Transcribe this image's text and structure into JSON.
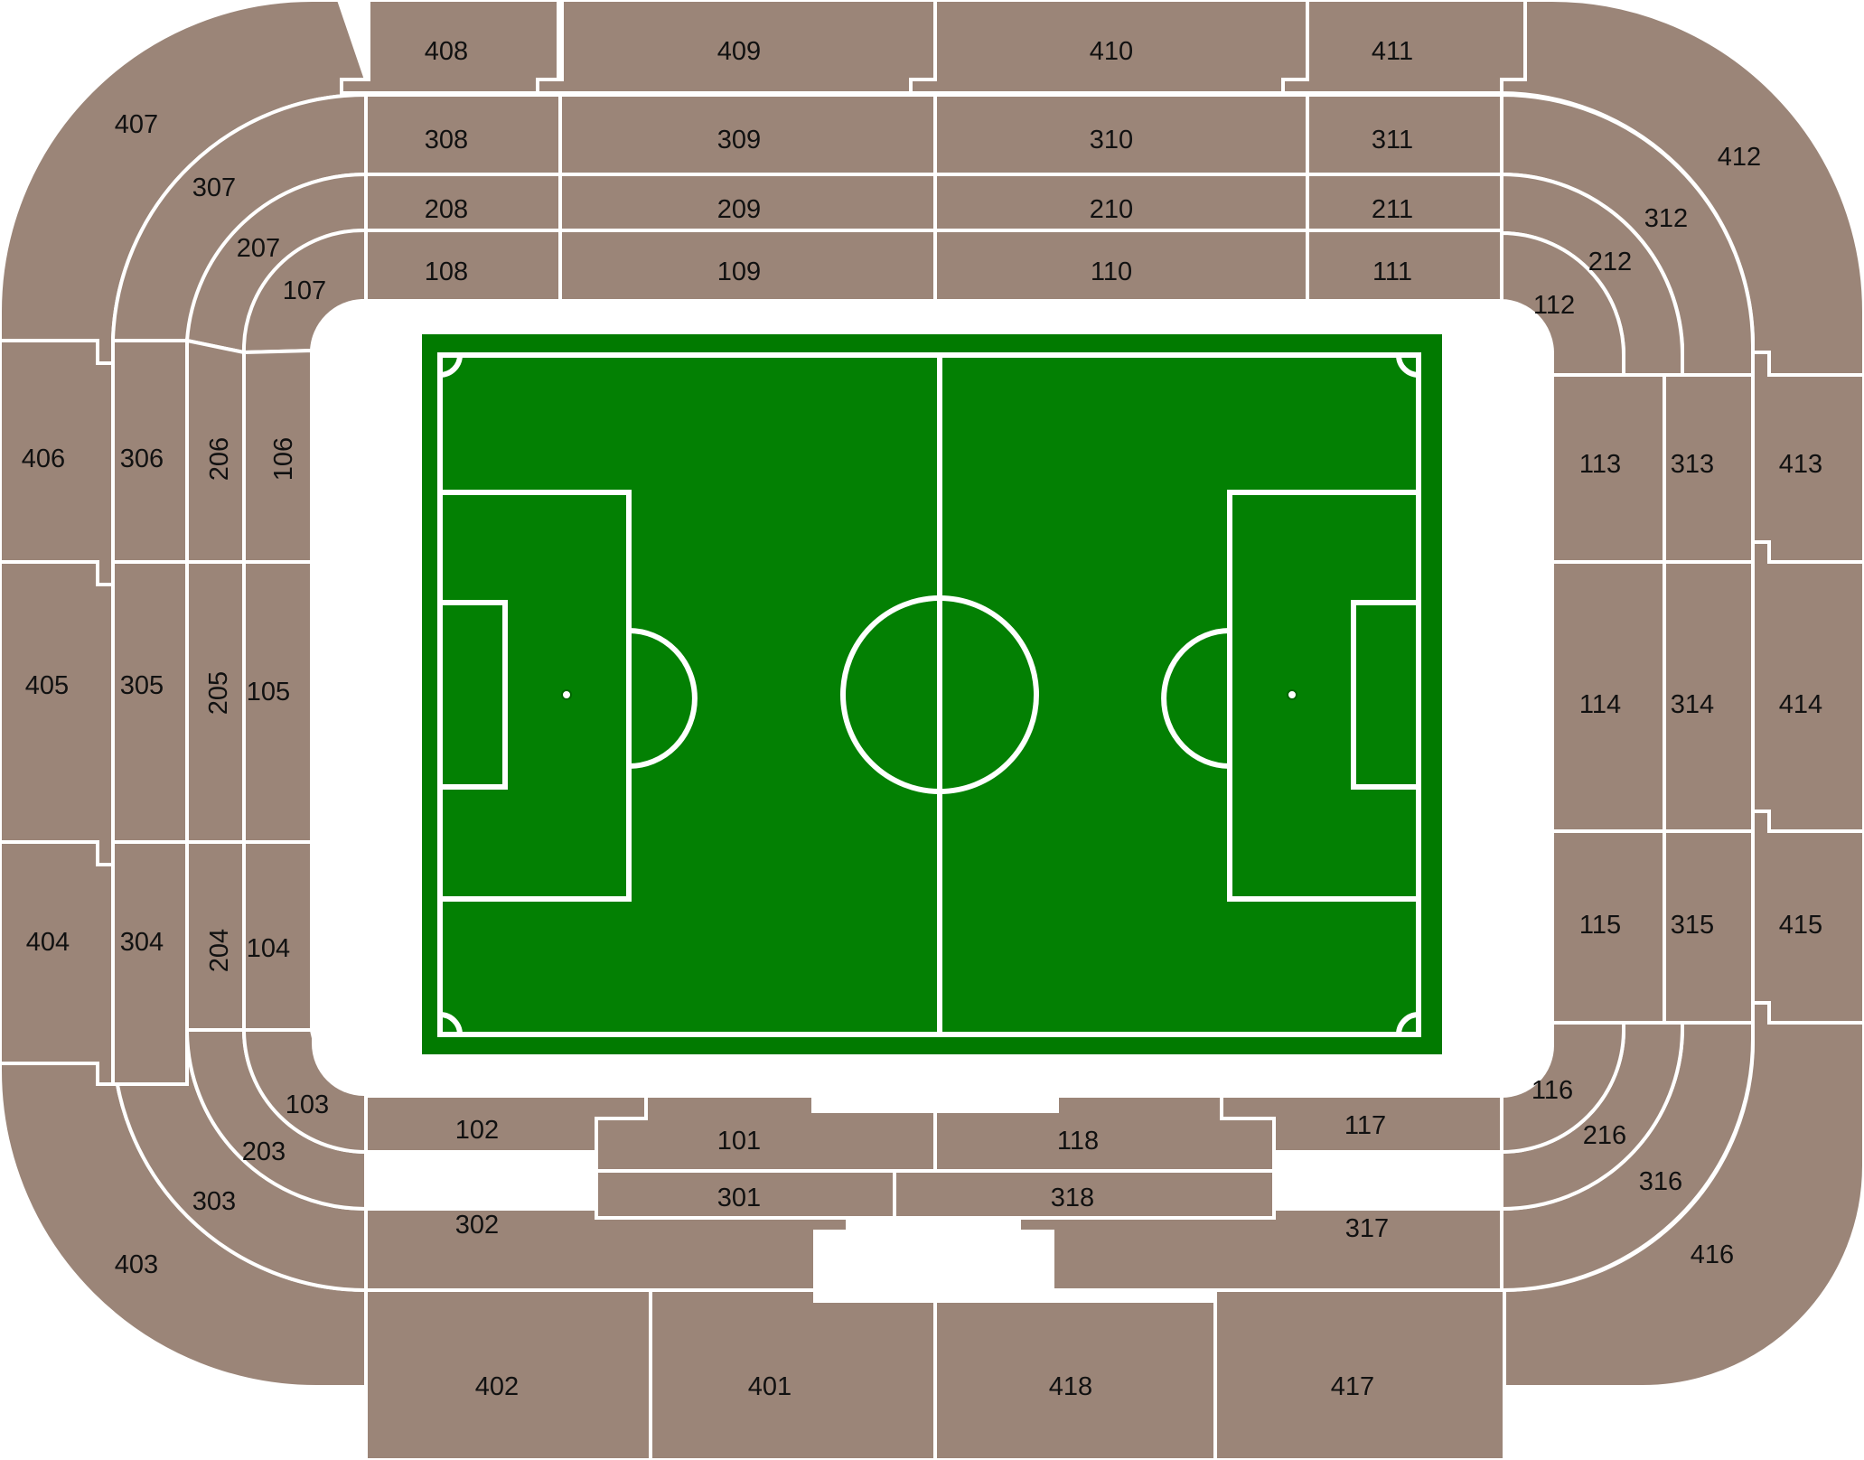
{
  "colors": {
    "section": "#9b8578",
    "section_border": "#ffffff",
    "pitch_surround": "#017a00",
    "pitch": "#038003",
    "pitch_lines": "#ffffff",
    "background": "#ffffff"
  },
  "sections": {
    "s101": "101",
    "s102": "102",
    "s103": "103",
    "s104": "104",
    "s105": "105",
    "s106": "106",
    "s107": "107",
    "s108": "108",
    "s109": "109",
    "s110": "110",
    "s111": "111",
    "s112": "112",
    "s113": "113",
    "s114": "114",
    "s115": "115",
    "s116": "116",
    "s117": "117",
    "s118": "118",
    "s203": "203",
    "s204": "204",
    "s205": "205",
    "s206": "206",
    "s207": "207",
    "s208": "208",
    "s209": "209",
    "s210": "210",
    "s211": "211",
    "s212": "212",
    "s216": "216",
    "s301": "301",
    "s302": "302",
    "s303": "303",
    "s304": "304",
    "s305": "305",
    "s306": "306",
    "s307": "307",
    "s308": "308",
    "s309": "309",
    "s310": "310",
    "s311": "311",
    "s312": "312",
    "s313": "313",
    "s314": "314",
    "s315": "315",
    "s316": "316",
    "s317": "317",
    "s318": "318",
    "s401": "401",
    "s402": "402",
    "s403": "403",
    "s404": "404",
    "s405": "405",
    "s406": "406",
    "s407": "407",
    "s408": "408",
    "s409": "409",
    "s410": "410",
    "s411": "411",
    "s412": "412",
    "s413": "413",
    "s414": "414",
    "s415": "415",
    "s416": "416",
    "s417": "417",
    "s418": "418"
  }
}
